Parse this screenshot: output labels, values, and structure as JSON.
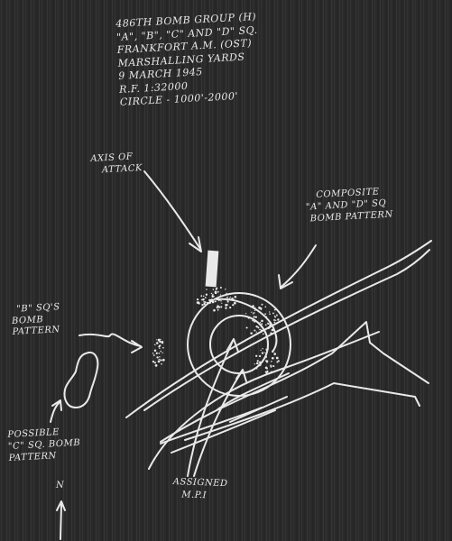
{
  "header": {
    "lines": [
      "486TH BOMB GROUP (H)",
      "\"A\", \"B\", \"C\" AND \"D\" SQ.",
      "FRANKFORT A.M. (OST)",
      "MARSHALLING YARDS",
      "9 MARCH 1945",
      "R.F. 1:32000",
      "CIRCLE - 1000'-2000'"
    ]
  },
  "labels": {
    "axis_of_attack": [
      "AXIS OF",
      "ATTACK"
    ],
    "composite": [
      "COMPOSITE",
      "\"A\" AND \"D\" SQ",
      "BOMB PATTERN"
    ],
    "b_sq": [
      "\"B\" SQ'S",
      "BOMB",
      "PATTERN"
    ],
    "c_sq": [
      "POSSIBLE",
      "\"C\" SQ. BOMB",
      "PATTERN"
    ],
    "mpi": [
      "ASSIGNED",
      "M.P.I"
    ],
    "north": "N"
  },
  "colors": {
    "background": "#2b2b2b",
    "ink": "#e9e9e9"
  }
}
